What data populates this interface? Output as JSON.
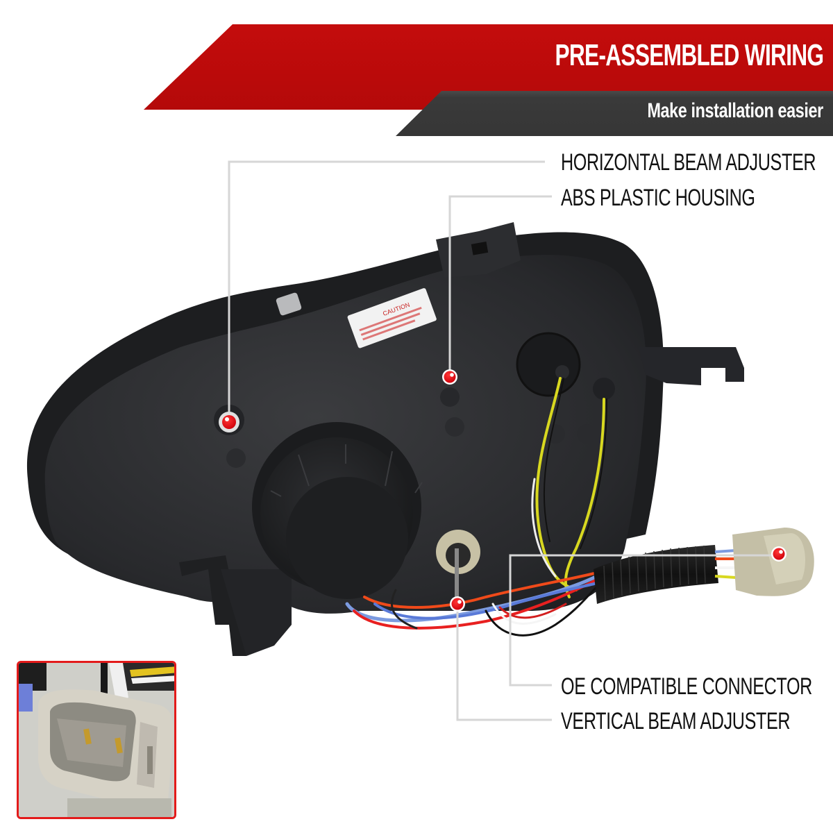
{
  "header": {
    "title": "PRE-ASSEMBLED WIRING",
    "subtitle": "Make installation easier",
    "colors": {
      "title_banner": "#bd0b0b",
      "subtitle_banner": "#3a3a3a",
      "text": "#ffffff"
    }
  },
  "callouts": [
    {
      "id": "horizontal-beam-adjuster",
      "label": "HORIZONTAL BEAM ADJUSTER"
    },
    {
      "id": "abs-plastic-housing",
      "label": "ABS PLASTIC HOUSING"
    },
    {
      "id": "oe-compatible-connector",
      "label": "OE COMPATIBLE CONNECTOR"
    },
    {
      "id": "vertical-beam-adjuster",
      "label": "VERTICAL BEAM ADJUSTER"
    }
  ],
  "product": {
    "caution_label": {
      "heading": "CAUTION"
    }
  },
  "inset": {
    "subject": "OE connector close-up",
    "border_color": "#e31b1b"
  },
  "theme": {
    "marker_color": "#e8000b",
    "leader_line_color": "#d6d6d6",
    "label_color": "#111111"
  }
}
